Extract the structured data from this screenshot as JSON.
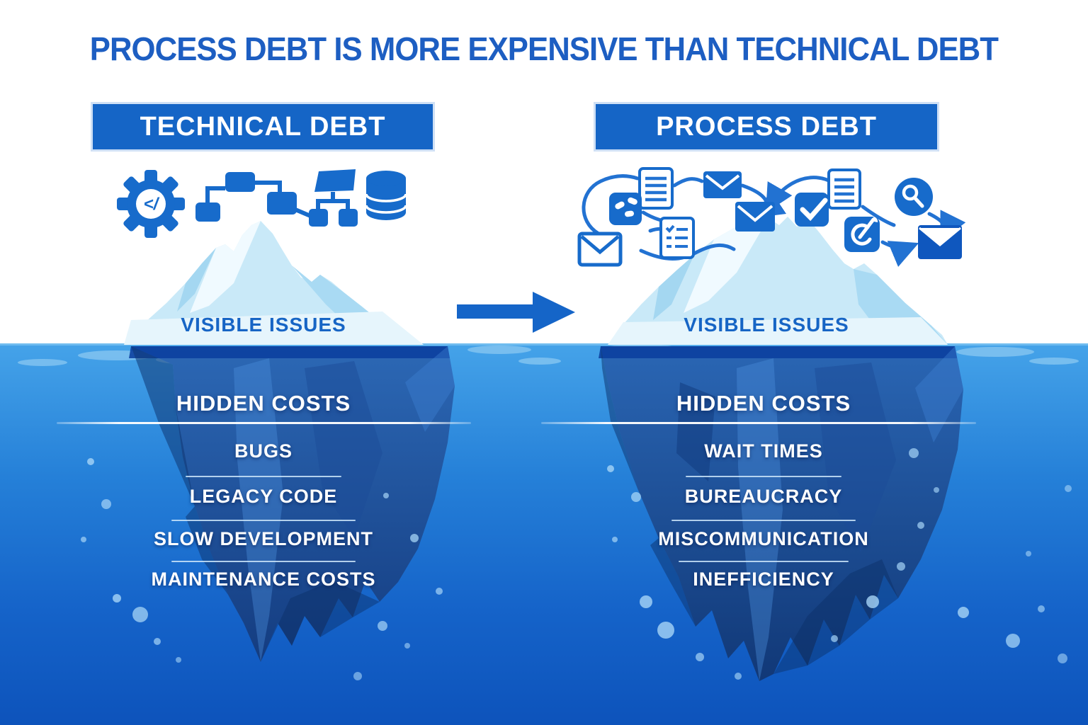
{
  "title": "PROCESS DEBT IS MORE EXPENSIVE THAN TECHNICAL DEBT",
  "comparison_arrow": {
    "direction": "right"
  },
  "left_panel": {
    "header": "TECHNICAL DEBT",
    "icons": [
      "gear-code-icon",
      "flowchart-icon",
      "sitemap-icon",
      "database-icon"
    ],
    "visible_label": "VISIBLE ISSUES",
    "hidden_title": "HIDDEN COSTS",
    "hidden_items": [
      "BUGS",
      "LEGACY CODE",
      "SLOW DEVELOPMENT",
      "MAINTENANCE COSTS"
    ]
  },
  "right_panel": {
    "header": "PROCESS DEBT",
    "icons": [
      "email-icon",
      "document-icon",
      "broken-link-icon",
      "checklist-icon",
      "check-square-icon",
      "magnifier-icon",
      "pen-icon"
    ],
    "visible_label": "VISIBLE ISSUES",
    "hidden_title": "HIDDEN COSTS",
    "hidden_items": [
      "WAIT TIMES",
      "BUREAUCRACY",
      "MISCOMMUNICATION",
      "INEFFICIENCY"
    ]
  },
  "colors": {
    "title-blue": "#1D5EC2",
    "banner-blue": "#1565C6",
    "icon-blue": "#176BCB",
    "water-top": "#45A3E9",
    "water-bottom": "#0D53BB",
    "iceberg-above": "#C9E9F8",
    "iceberg-below-top": "#2C68B5",
    "iceberg-below-bottom": "#123A78"
  }
}
